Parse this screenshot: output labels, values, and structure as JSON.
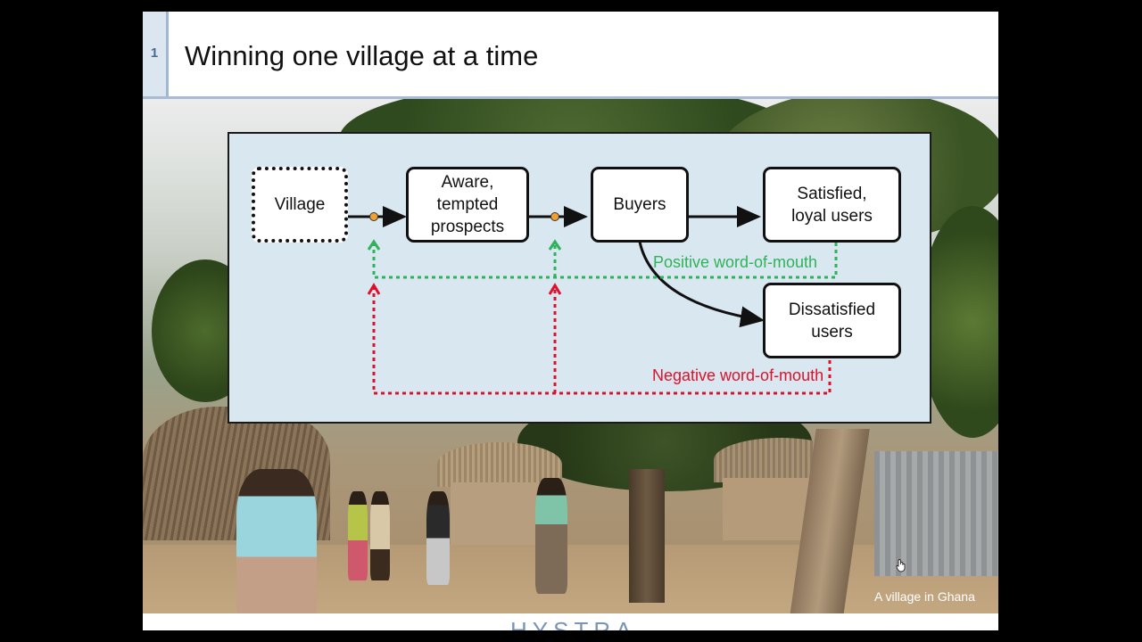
{
  "slide": {
    "number": "1",
    "title": "Winning one village at a time",
    "caption": "A village in Ghana",
    "logo": "HYSTRA"
  },
  "diagram": {
    "nodes": {
      "village": "Village",
      "prospects": "Aware,\ntempted\nprospects",
      "buyers": "Buyers",
      "satisfied": "Satisfied,\nloyal users",
      "dissatisfied": "Dissatisfied\nusers"
    },
    "labels": {
      "positive": "Positive word-of-mouth",
      "negative": "Negative word-of-mouth"
    },
    "colors": {
      "positive": "#2fb25a",
      "negative": "#e0102a",
      "panel_bg": "#d9e8f0",
      "node_dot": "#f0a030"
    }
  },
  "icons": [
    "hand-cursor-icon"
  ]
}
